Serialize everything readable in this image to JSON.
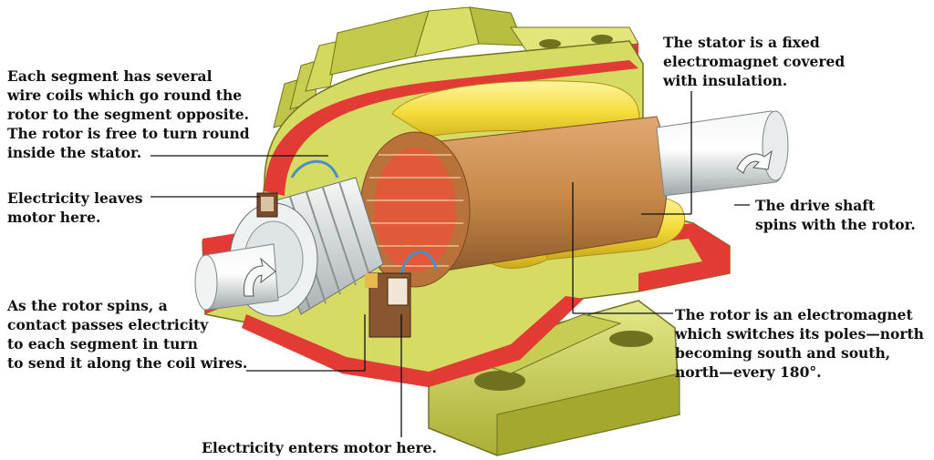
{
  "colors": {
    "stator_red": "#e23a35",
    "base_yellow_green": "#d6dc63",
    "coil_yellow": "#f4dc3a",
    "rotor_copper": "#c98a4a",
    "shaft_grey": "#dfe4e6",
    "leader_line": "#111111"
  },
  "labels": {
    "segment_coils": [
      "Each segment has several",
      "wire coils which go round the",
      "rotor to the segment opposite.",
      "The rotor is free to turn round",
      "inside the stator."
    ],
    "electricity_leaves": [
      "Electricity leaves",
      "motor here."
    ],
    "contact_passes": [
      "As the rotor spins, a",
      "contact passes electricity",
      "to each segment in turn",
      "to send it along the coil wires."
    ],
    "electricity_enters": [
      "Electricity enters motor here."
    ],
    "stator_fixed": [
      "The stator is a fixed",
      "electromagnet covered",
      "with insulation."
    ],
    "drive_shaft": [
      "The drive shaft",
      "spins with the rotor."
    ],
    "rotor_electromagnet": [
      "The rotor is an electromagnet",
      "which switches its poles—north",
      "becoming south and south,",
      "north—every 180°."
    ]
  }
}
